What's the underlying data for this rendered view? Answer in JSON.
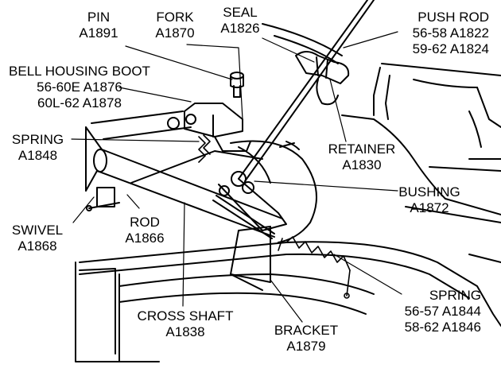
{
  "labels": {
    "pin": {
      "name": "PIN",
      "part": "A1891"
    },
    "fork": {
      "name": "FORK",
      "part": "A1870"
    },
    "seal": {
      "name": "SEAL",
      "part": "A1826"
    },
    "push_rod": {
      "name": "PUSH ROD",
      "line1": "56-58 A1822",
      "line2": "59-62 A1824"
    },
    "bell_housing_boot": {
      "name": "BELL HOUSING BOOT",
      "line1": "56-60E A1876",
      "line2": "60L-62 A1878"
    },
    "spring_upper": {
      "name": "SPRING",
      "part": "A1848"
    },
    "retainer": {
      "name": "RETAINER",
      "part": "A1830"
    },
    "bushing": {
      "name": "BUSHING",
      "part": "A1872"
    },
    "swivel": {
      "name": "SWIVEL",
      "part": "A1868"
    },
    "rod": {
      "name": "ROD",
      "part": "A1866"
    },
    "spring_lower": {
      "name": "SPRING",
      "line1": "56-57 A1844",
      "line2": "58-62 A1846"
    },
    "cross_shaft": {
      "name": "CROSS SHAFT",
      "part": "A1838"
    },
    "bracket": {
      "name": "BRACKET",
      "part": "A1879"
    }
  }
}
